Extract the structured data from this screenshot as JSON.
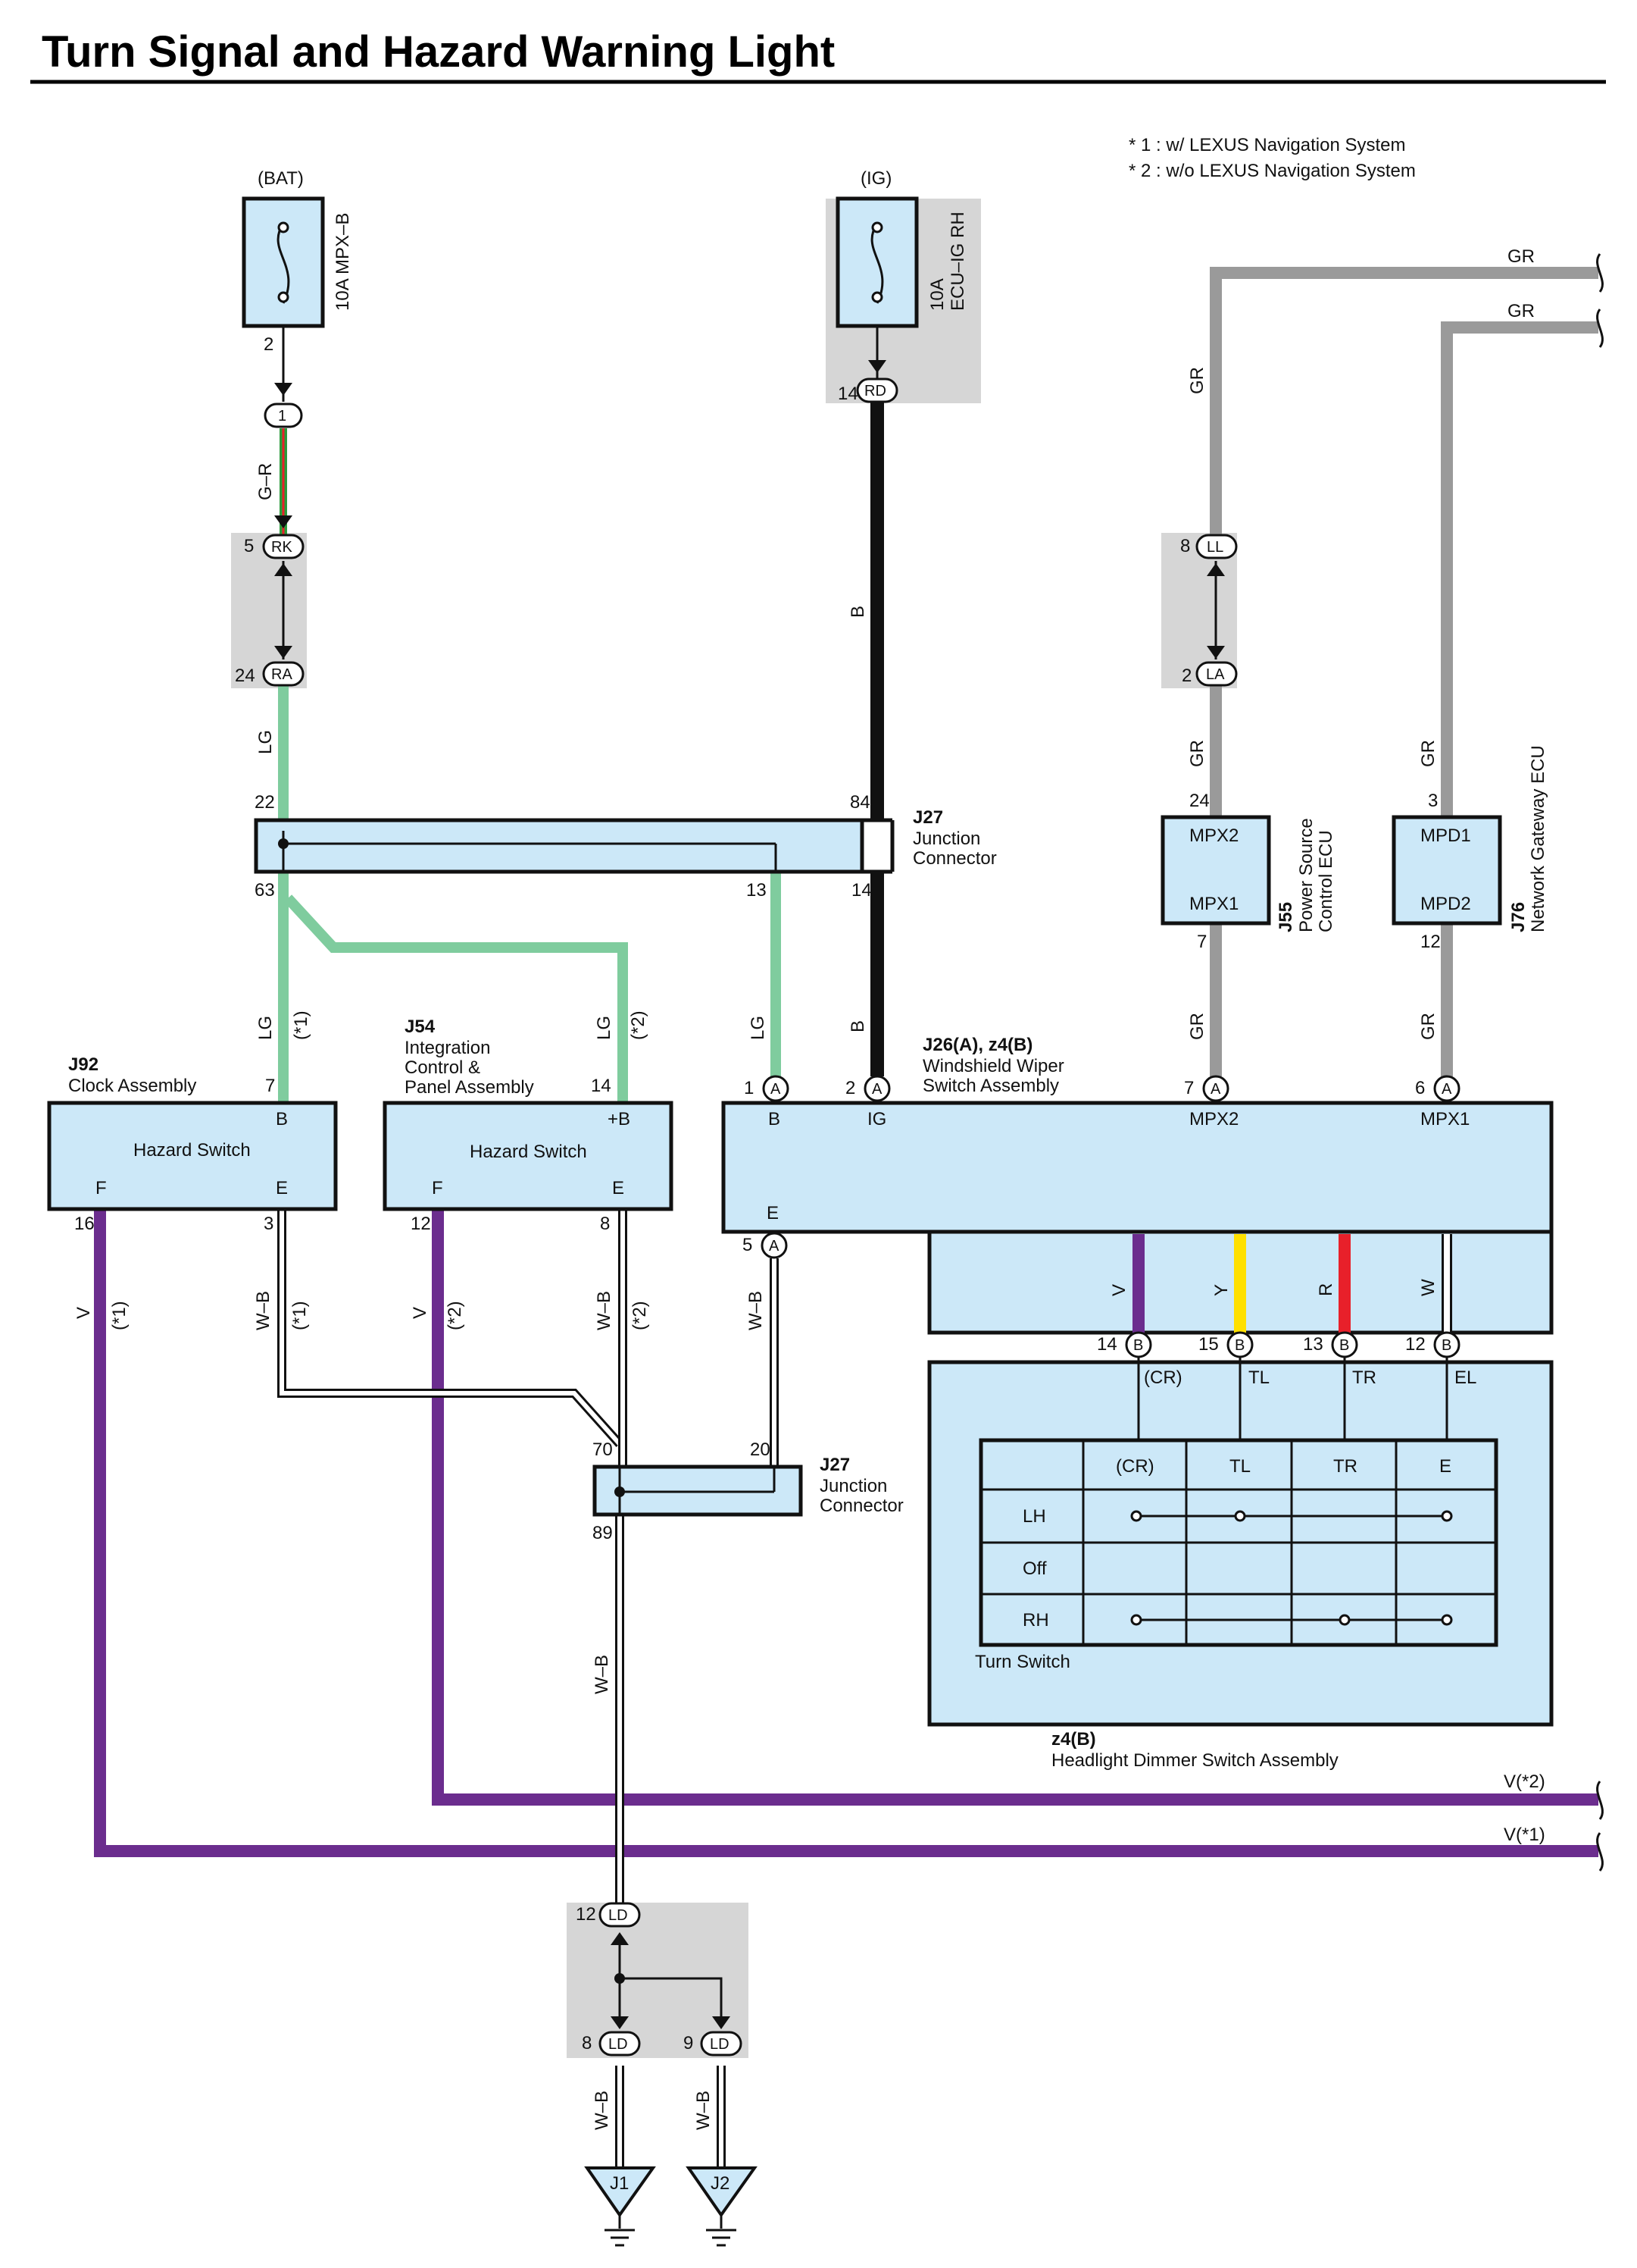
{
  "title": "Turn Signal and Hazard Warning Light",
  "notes": {
    "n1": "* 1 : w/ LEXUS Navigation System",
    "n2": "* 2 : w/o LEXUS Navigation System"
  },
  "fuses": {
    "bat_label": "(BAT)",
    "bat_name": "10A MPX–B",
    "bat_pin": "2",
    "ig_label": "(IG)",
    "ig_name1": "10A",
    "ig_name2": "ECU–IG RH"
  },
  "connectors": {
    "c1": "1",
    "rk": "RK",
    "rk_pin": "5",
    "ra": "RA",
    "ra_pin": "24",
    "rd": "RD",
    "rd_pin": "14",
    "ll": "LL",
    "ll_pin": "8",
    "la": "LA",
    "la_pin": "2",
    "ld": "LD",
    "ld_top_pin": "12",
    "ld_l_pin": "8",
    "ld_r_pin": "9",
    "a": "A",
    "b": "B"
  },
  "wires": {
    "gr": "G–R",
    "lg": "LG",
    "b": "B",
    "gray": "GR",
    "v": "V",
    "wb": "W–B",
    "y": "Y",
    "r": "R",
    "w": "W",
    "star1": "(*1)",
    "star2": "(*2)",
    "v_star2": "V(*2)",
    "v_star1": "V(*1)"
  },
  "j27_top": {
    "id": "J27",
    "name1": "Junction",
    "name2": "Connector",
    "p22": "22",
    "p84": "84",
    "p63": "63",
    "p13": "13",
    "p14": "14"
  },
  "j27_bottom": {
    "id": "J27",
    "name1": "Junction",
    "name2": "Connector",
    "p70": "70",
    "p20": "20",
    "p89": "89"
  },
  "j92": {
    "id": "J92",
    "name": "Clock Assembly",
    "inner": "Hazard Switch",
    "pin_b": "B",
    "pin_f": "F",
    "pin_e": "E",
    "p7": "7",
    "p16": "16",
    "p3": "3"
  },
  "j54": {
    "id": "J54",
    "name1": "Integration",
    "name2": "Control &",
    "name3": "Panel Assembly",
    "inner": "Hazard Switch",
    "pin_b": "+B",
    "pin_f": "F",
    "pin_e": "E",
    "p14": "14",
    "p12": "12",
    "p8": "8"
  },
  "j26": {
    "id": "J26(A), z4(B)",
    "name1": "Windshield Wiper",
    "name2": "Switch Assembly",
    "pin_b": "B",
    "pin_ig": "IG",
    "pin_mpx2": "MPX2",
    "pin_mpx1": "MPX1",
    "pin_e": "E",
    "p1": "1",
    "p2": "2",
    "p7": "7",
    "p6": "6",
    "p5": "5",
    "p14": "14",
    "p15": "15",
    "p13": "13",
    "p12": "12"
  },
  "j55": {
    "id": "J55",
    "name1": "Power Source",
    "name2": "Control ECU",
    "top": "MPX2",
    "bottom": "MPX1",
    "p24": "24",
    "p7": "7"
  },
  "j76": {
    "id": "J76",
    "name": "Network Gateway ECU",
    "top": "MPD1",
    "bottom": "MPD2",
    "p3": "3",
    "p12": "12"
  },
  "turn_switch": {
    "name": "Turn Switch",
    "terms": [
      "(CR)",
      "TL",
      "TR",
      "EL"
    ],
    "cols": [
      "(CR)",
      "TL",
      "TR",
      "E"
    ],
    "rows": [
      "LH",
      "Off",
      "RH"
    ]
  },
  "z4": {
    "id": "z4(B)",
    "name": "Headlight Dimmer Switch Assembly"
  },
  "grounds": {
    "j1": "J1",
    "j2": "J2"
  },
  "colors": {
    "lg": "#7fcc9e",
    "black": "#111111",
    "gray": "#9a9a9a",
    "violet": "#6b2d8e",
    "yellow": "#ffe000",
    "red": "#e8202a",
    "green": "#2a9a3a",
    "fill": "#cce8f8"
  }
}
